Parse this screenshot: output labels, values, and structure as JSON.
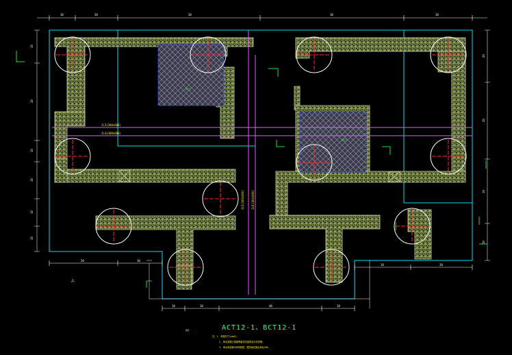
{
  "drawing": {
    "title": "ACT12-1、BCT12-1",
    "axis_labels": {
      "a": "A",
      "b": "B"
    },
    "notes": [
      "注：1. 本图尺寸以mm计。",
      "2. 承台混凝土强度等级详见结构设计总说明。",
      "3. 承台底设置100厚垫层，垫层每边宽出承台100。"
    ],
    "beam_labels": {
      "horizontal_1": "JL3(300x600)",
      "horizontal_2": "JL4(300x600)",
      "vertical_1": "JL5(300x600)",
      "vertical_2": "JL6(300x600)"
    },
    "pit_labels": {
      "left": "JK1",
      "right": "JK2"
    },
    "dims_top": [
      "10",
      "20",
      "20",
      "10",
      "10"
    ],
    "dims_bottom": [
      "10",
      "10",
      "40",
      "10"
    ],
    "dims_left": [
      "10",
      "20",
      "10",
      "10",
      "10",
      "10"
    ],
    "dims_right": [
      "20",
      "20",
      "10",
      "10"
    ],
    "dims_mid_left": [
      "20",
      "10"
    ],
    "dims_mid_right": [
      "10",
      "20"
    ],
    "colors": {
      "background": "#000000",
      "outline": "#00e5ee",
      "concrete": "#7b8a4a",
      "pile_circle": "#ffffff",
      "pile_center": "#ff2a2a",
      "beam": "#e05cff",
      "pit_edge": "#3344ff",
      "dimension": "#ffffff",
      "axis_mark": "#22dd44",
      "title": "#33ff77"
    }
  }
}
